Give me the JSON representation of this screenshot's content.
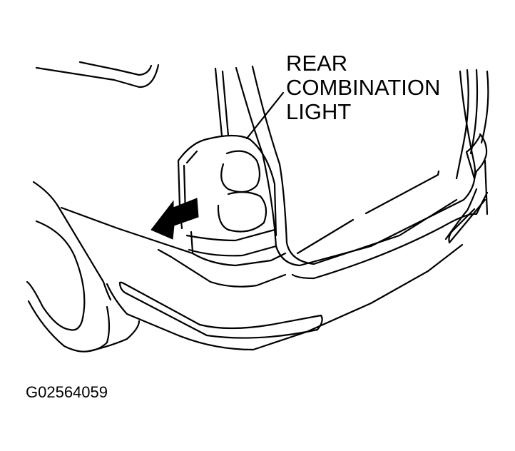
{
  "diagram": {
    "type": "automotive service illustration",
    "subject": "rear quarter of vehicle with rear combination light being removed",
    "callout": {
      "line1": "REAR",
      "line2": "COMBINATION",
      "line3": "LIGHT"
    },
    "figure_code": "G02564059",
    "arrow": {
      "direction": "left-down",
      "meaning": "removal direction"
    },
    "colors": {
      "line": "#000000",
      "background": "#ffffff"
    }
  }
}
